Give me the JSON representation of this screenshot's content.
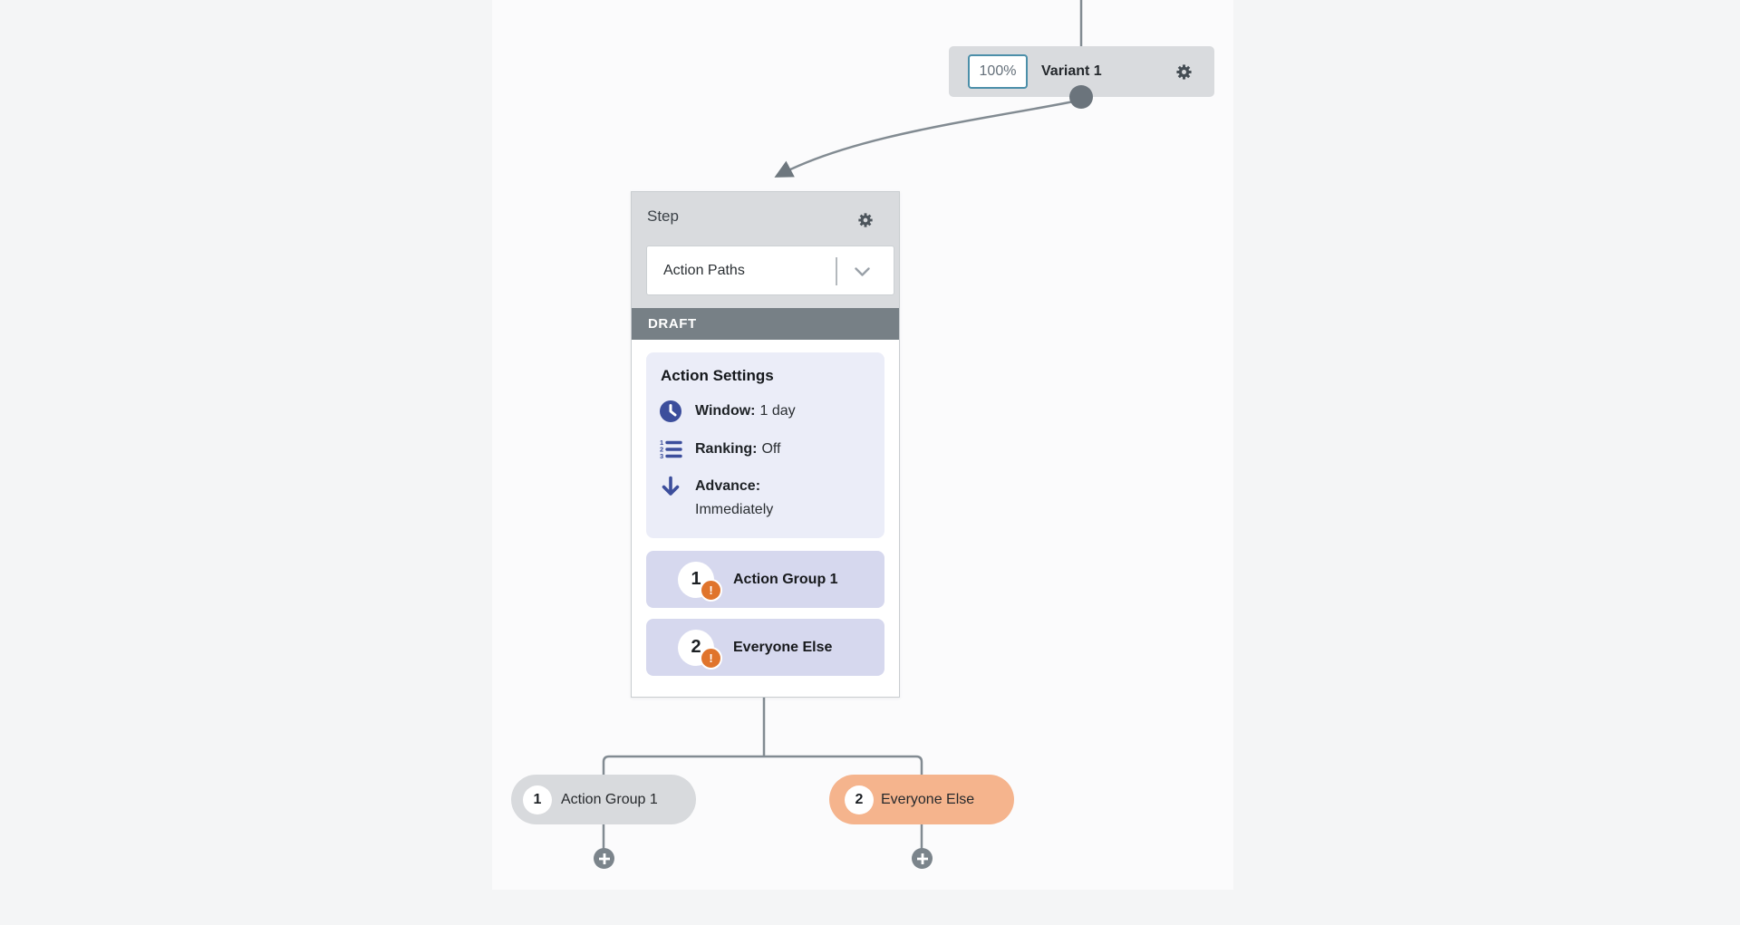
{
  "canvas": {
    "background": "#fbfbfc",
    "page_background": "#f4f5f6"
  },
  "variant_node": {
    "percent_value": "100%",
    "label": "Variant 1",
    "gear_icon": "gear-icon"
  },
  "step_card": {
    "title": "Step",
    "gear_icon": "gear-icon",
    "type_selector": {
      "value": "Action Paths",
      "chevron_icon": "chevron-down-icon"
    },
    "status_banner": "DRAFT",
    "action_settings": {
      "heading": "Action Settings",
      "rows": [
        {
          "icon": "clock-icon",
          "label": "Window:",
          "value": "1 day"
        },
        {
          "icon": "ranked-list-icon",
          "label": "Ranking:",
          "value": "Off"
        },
        {
          "icon": "arrow-down-icon",
          "label": "Advance:",
          "value": "Immediately"
        }
      ]
    },
    "groups": [
      {
        "number": "1",
        "label": "Action Group 1",
        "warning": "!"
      },
      {
        "number": "2",
        "label": "Everyone Else",
        "warning": "!"
      }
    ]
  },
  "paths": [
    {
      "number": "1",
      "label": "Action Group 1"
    },
    {
      "number": "2",
      "label": "Everyone Else"
    }
  ],
  "colors": {
    "accent_indigo": "#3c4e9c",
    "warning_orange": "#e0742c",
    "path_highlight_peach": "#f5b48d",
    "neutral_node_gray": "#d9dbde",
    "lavender_row": "#d6d8ee",
    "settings_panel": "#ebedf8",
    "draft_banner": "#778086",
    "connector_gray": "#828b92",
    "input_focus_teal": "#4c8fa9"
  }
}
